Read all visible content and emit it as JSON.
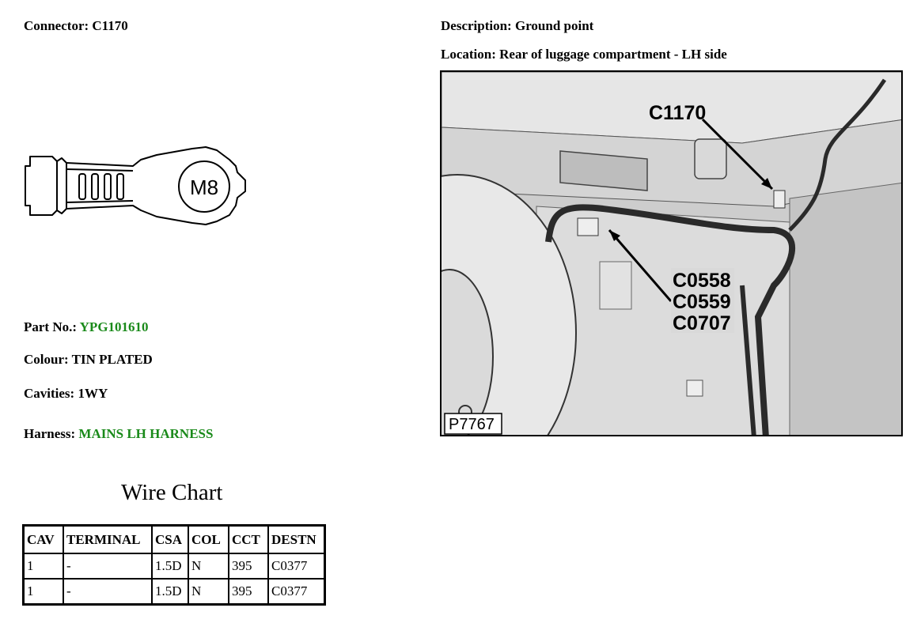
{
  "header": {
    "connector_label": "Connector:",
    "connector_value": "C1170",
    "description_label": "Description:",
    "description_value": "Ground point",
    "location_label": "Location:",
    "location_value": "Rear of luggage compartment - LH side"
  },
  "terminal": {
    "icon": "ring-terminal-icon",
    "stud_size": "M8"
  },
  "details": {
    "part_no_label": "Part No.:",
    "part_no_value": "YPG101610",
    "colour_label": "Colour:",
    "colour_value": "TIN PLATED",
    "cavities_label": "Cavities:",
    "cavities_value": "1WY",
    "harness_label": "Harness:",
    "harness_value": "MAINS LH HARNESS",
    "highlight_color": "#1a8a1a"
  },
  "photo": {
    "callout_top": "C1170",
    "callout_mid_1": "C0558",
    "callout_mid_2": "C0559",
    "callout_mid_3": "C0707",
    "figure_id": "P7767"
  },
  "wire_chart": {
    "title": "Wire Chart",
    "headers": [
      "CAV",
      "TERMINAL",
      "CSA",
      "COL",
      "CCT",
      "DESTN"
    ],
    "rows": [
      [
        "1",
        "-",
        "1.5D",
        "N",
        "395",
        "C0377"
      ],
      [
        "1",
        "-",
        "1.5D",
        "N",
        "395",
        "C0377"
      ]
    ]
  }
}
